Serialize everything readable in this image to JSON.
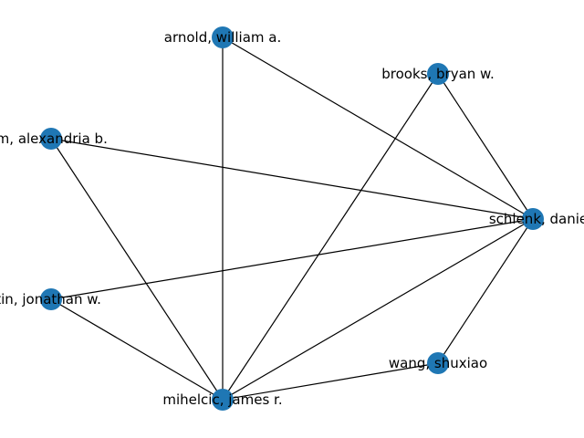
{
  "graph": {
    "node_color": "#1f77b4",
    "edge_color": "#000000",
    "nodes": [
      {
        "id": "arnold",
        "label": "arnold, william a."
      },
      {
        "id": "brooks",
        "label": "brooks, bryan w."
      },
      {
        "id": "boehm",
        "label": "hm, alexandria b."
      },
      {
        "id": "schlenk",
        "label": "schlenk, danie"
      },
      {
        "id": "martin",
        "label": "rtin, jonathan w."
      },
      {
        "id": "wang",
        "label": "wang, shuxiao"
      },
      {
        "id": "mihelcic",
        "label": "mihelcic, james r."
      }
    ],
    "edges": [
      [
        "arnold",
        "mihelcic"
      ],
      [
        "arnold",
        "schlenk"
      ],
      [
        "brooks",
        "schlenk"
      ],
      [
        "brooks",
        "mihelcic"
      ],
      [
        "boehm",
        "schlenk"
      ],
      [
        "boehm",
        "mihelcic"
      ],
      [
        "martin",
        "schlenk"
      ],
      [
        "martin",
        "mihelcic"
      ],
      [
        "schlenk",
        "mihelcic"
      ],
      [
        "schlenk",
        "wang"
      ],
      [
        "wang",
        "mihelcic"
      ]
    ]
  }
}
